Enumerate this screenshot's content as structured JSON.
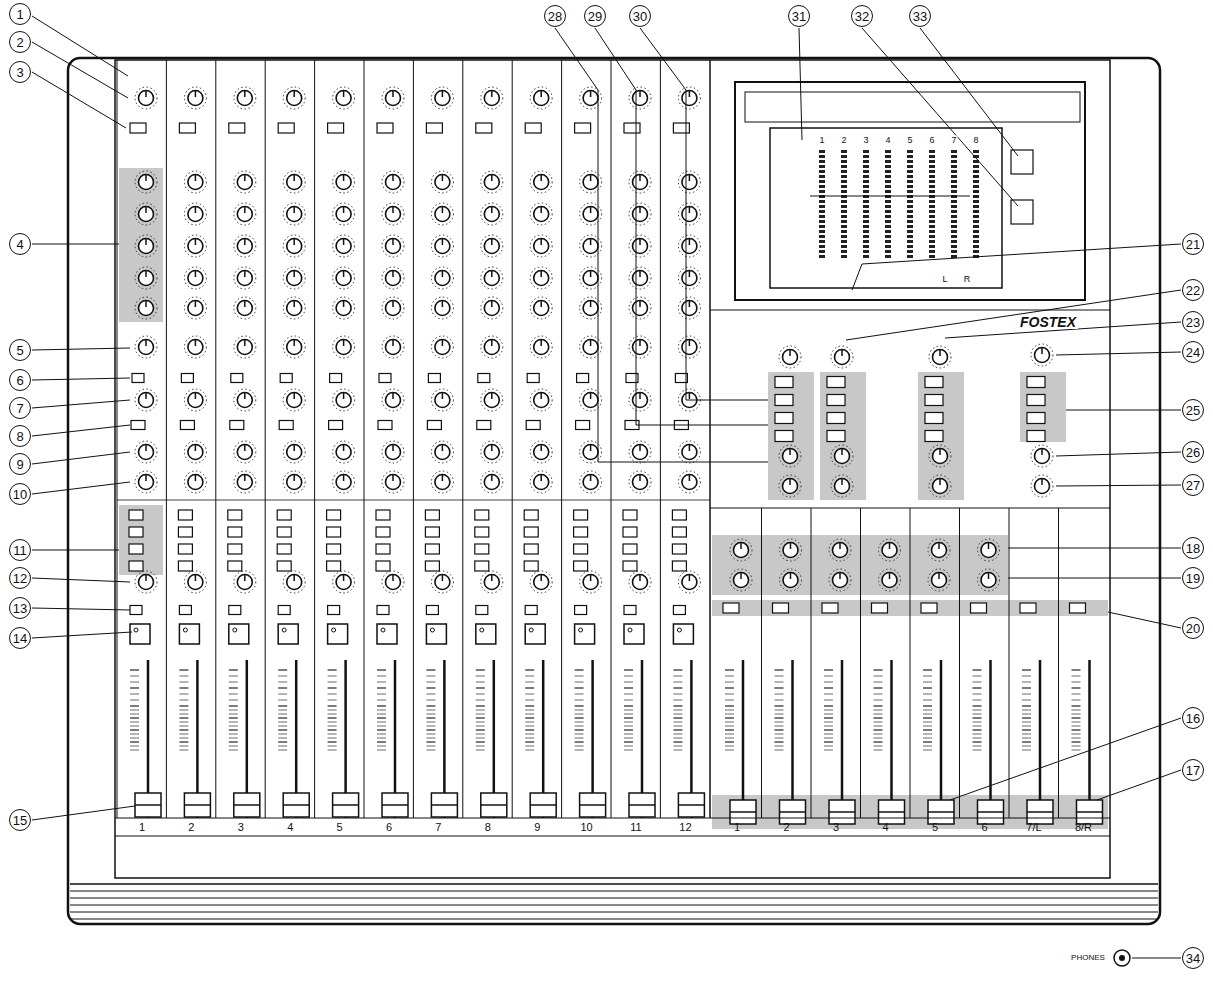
{
  "diagram": {
    "labels": [
      "1",
      "2",
      "3",
      "4",
      "5",
      "6",
      "7",
      "8",
      "9",
      "10",
      "11",
      "12",
      "13",
      "14",
      "15",
      "16",
      "17",
      "18",
      "19",
      "20",
      "21",
      "22",
      "23",
      "24",
      "25",
      "26",
      "27",
      "28",
      "29",
      "30",
      "31",
      "32",
      "33",
      "34",
      "1",
      "2",
      "3",
      "4",
      "5",
      "6",
      "7",
      "8",
      "9",
      "10",
      "11",
      "12",
      "1",
      "2",
      "3",
      "4",
      "5",
      "6",
      "7/L",
      "8/R",
      "1",
      "2",
      "3",
      "4",
      "5",
      "6",
      "7",
      "8",
      "L",
      "R",
      "FOSTEX",
      "PHONES"
    ]
  }
}
